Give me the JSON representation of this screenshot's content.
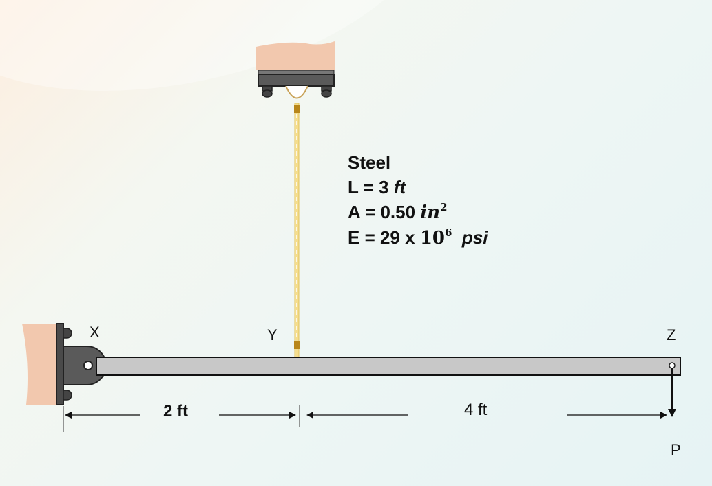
{
  "colors": {
    "wall": "#f2c8ae",
    "beam": "#c8c8c8",
    "plate": "#555555",
    "rod": "#f4dd8e",
    "rod_end": "#b8861a"
  },
  "rod_props": {
    "material": "Steel",
    "length_label": "L = 3 ",
    "length_unit": "ft",
    "area_label": "A = 0.50 ",
    "area_unit": "in",
    "area_exp": "2",
    "modulus_label": "E = 29 x ",
    "modulus_base": "10",
    "modulus_exp": "6",
    "modulus_unit": "psi"
  },
  "points": {
    "x": "X",
    "y": "Y",
    "z": "Z"
  },
  "load": {
    "label": "P"
  },
  "dimensions": {
    "xy": "2 ft",
    "yz": "4 ft"
  }
}
